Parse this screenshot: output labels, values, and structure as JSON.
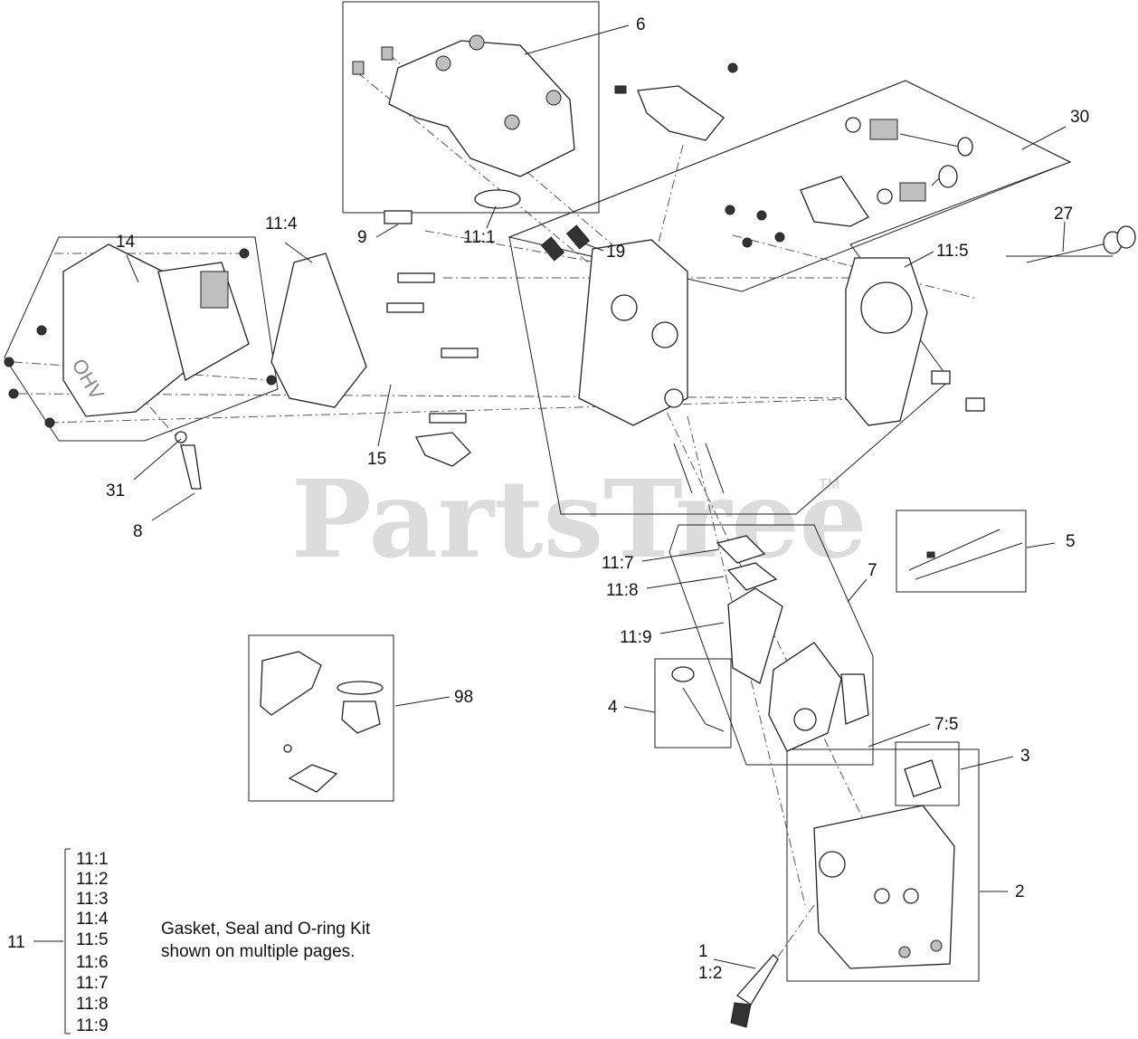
{
  "watermark": {
    "brand": "PartsTree",
    "mark": "TM"
  },
  "callouts": [
    {
      "id": "6",
      "text": "6"
    },
    {
      "id": "30",
      "text": "30"
    },
    {
      "id": "27",
      "text": "27"
    },
    {
      "id": "14",
      "text": "14"
    },
    {
      "id": "11-4",
      "text": "11:4"
    },
    {
      "id": "9",
      "text": "9"
    },
    {
      "id": "11-1",
      "text": "11:1"
    },
    {
      "id": "19",
      "text": "19"
    },
    {
      "id": "11-5",
      "text": "11:5"
    },
    {
      "id": "15",
      "text": "15"
    },
    {
      "id": "31",
      "text": "31"
    },
    {
      "id": "8",
      "text": "8"
    },
    {
      "id": "5",
      "text": "5"
    },
    {
      "id": "7",
      "text": "7"
    },
    {
      "id": "11-7",
      "text": "11:7"
    },
    {
      "id": "11-8",
      "text": "11:8"
    },
    {
      "id": "11-9",
      "text": "11:9"
    },
    {
      "id": "98",
      "text": "98"
    },
    {
      "id": "4",
      "text": "4"
    },
    {
      "id": "7-5",
      "text": "7:5"
    },
    {
      "id": "3",
      "text": "3"
    },
    {
      "id": "2",
      "text": "2"
    },
    {
      "id": "1",
      "text": "1"
    },
    {
      "id": "1-2",
      "text": "1:2"
    }
  ],
  "kit_legend": {
    "parent": "11",
    "items": [
      "11:1",
      "11:2",
      "11:3",
      "11:4",
      "11:5",
      "11:6",
      "11:7",
      "11:8",
      "11:9"
    ]
  },
  "note": {
    "line1": "Gasket, Seal and O-ring Kit",
    "line2": "shown on multiple pages."
  }
}
